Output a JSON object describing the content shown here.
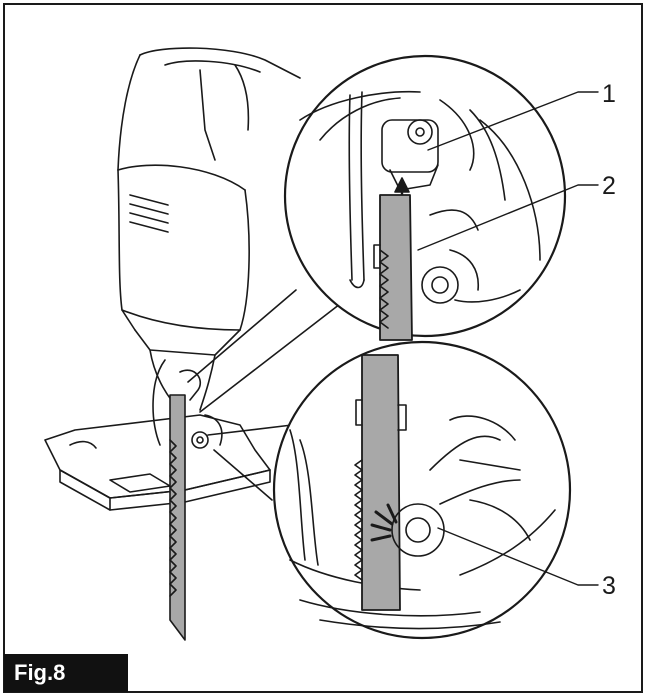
{
  "figure": {
    "label": "Fig.8",
    "callouts": [
      "1",
      "2",
      "3"
    ]
  },
  "colors": {
    "ink": "#1a1a1a",
    "blade_fill": "#a8a8a8",
    "background": "#ffffff",
    "tag_background": "#111111"
  }
}
